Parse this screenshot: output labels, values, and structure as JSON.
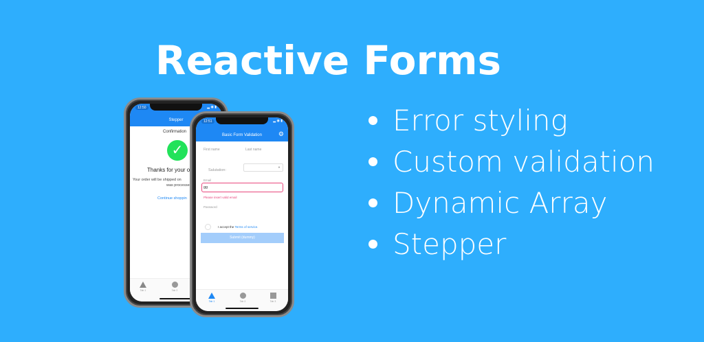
{
  "title": "Reactive Forms",
  "bullets": [
    "Error styling",
    "Custom validation",
    "Dynamic Array",
    "Stepper"
  ],
  "phone_back": {
    "time": "12:50",
    "header": "Stepper",
    "step": "Confirmation",
    "heading": "Thanks for your o",
    "message_line1": "Your order will be shipped on",
    "message_line2": "was processed",
    "link": "Continue shoppin",
    "tabs": [
      "Tab 1",
      "Tab 2"
    ]
  },
  "phone_front": {
    "time": "12:51",
    "header": "Basic Form Validation",
    "first_name": "First name",
    "last_name": "Last name",
    "salutation": "Salutation:",
    "email_label": "Email",
    "email_value": "gg",
    "email_error": "Please insert valid email",
    "password_label": "Password",
    "accept_text": "I accept the ",
    "terms_link": "Terms of service.",
    "submit": "Submit (dummy)",
    "tabs": [
      "Tab 1",
      "Tab 2",
      "Tab 3"
    ]
  },
  "colors": {
    "background": "#2eaefd",
    "header": "#1e88f4",
    "error": "#e8467c",
    "success": "#22e25a"
  }
}
